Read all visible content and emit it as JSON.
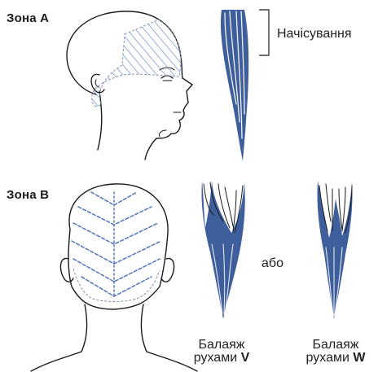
{
  "zone_a": {
    "label": "Зона А"
  },
  "zone_b": {
    "label": "Зона В"
  },
  "teasing": {
    "label": "Начісування"
  },
  "or_text": "або",
  "caption_v": {
    "line1": "Балаяж",
    "line2_prefix": "рухами ",
    "line2_letter": "V"
  },
  "caption_w": {
    "line1": "Балаяж",
    "line2_prefix": "рухами ",
    "line2_letter": "W"
  },
  "colors": {
    "hair_blue": "#3f5f9c",
    "hatch_blue": "#5a7fc0",
    "outline": "#1a1a1a"
  }
}
